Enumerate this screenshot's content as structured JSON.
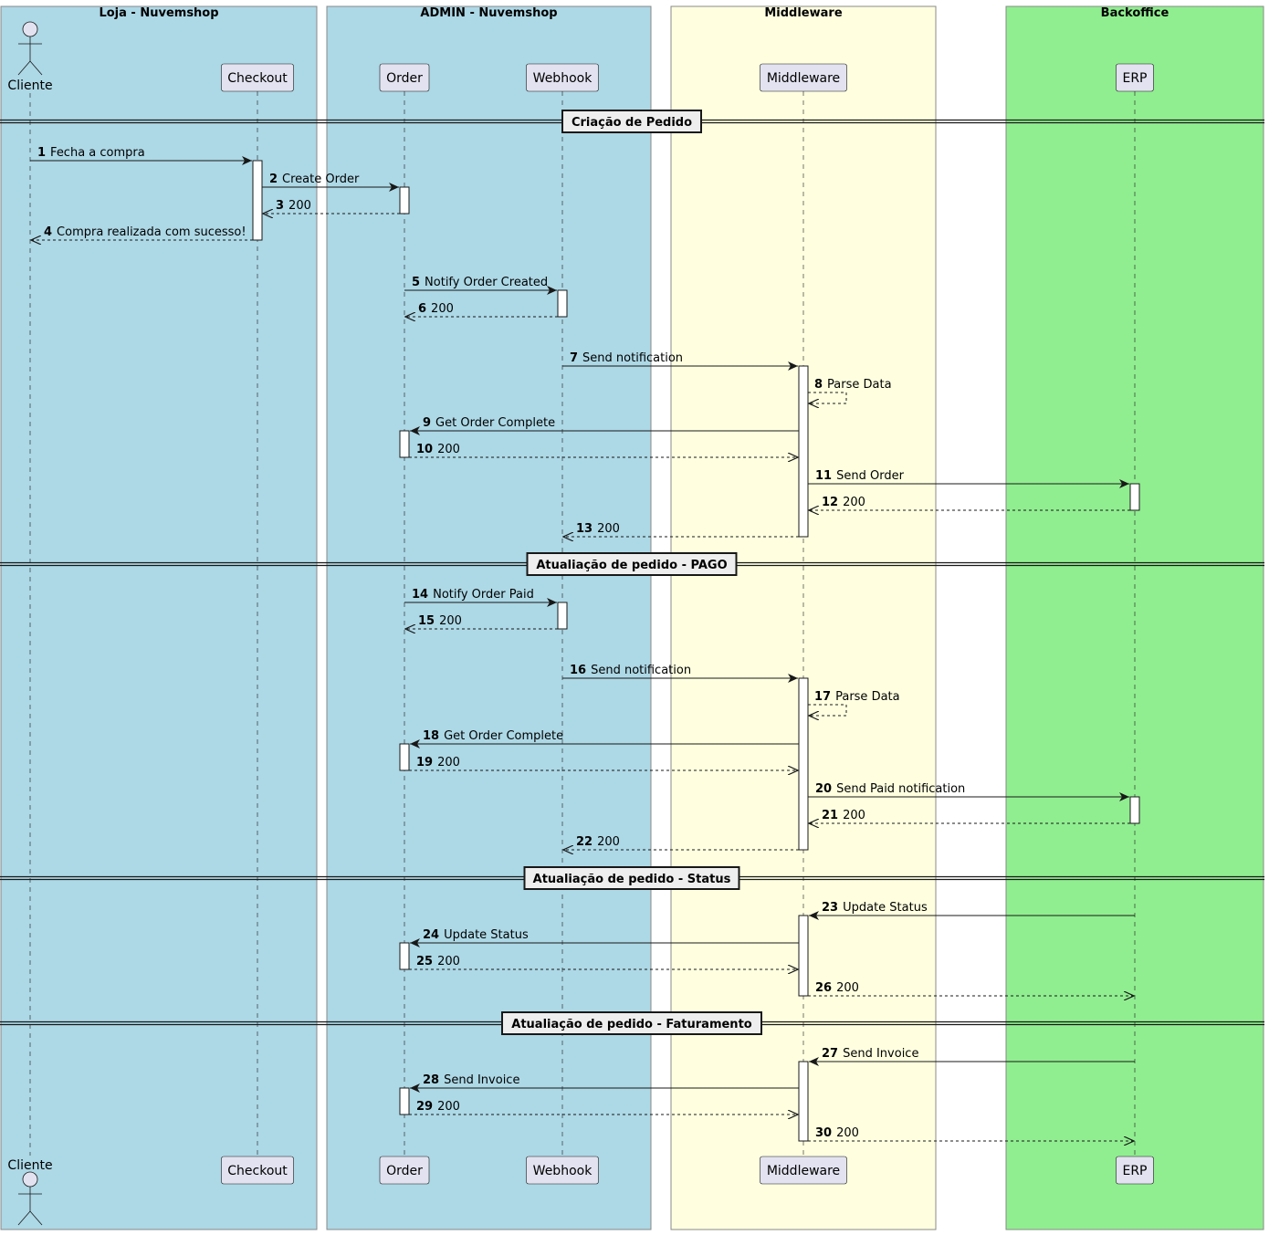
{
  "boxes": [
    {
      "id": "loja",
      "title": "Loja - Nuvemshop",
      "color": "#add8e6"
    },
    {
      "id": "admin",
      "title": "ADMIN - Nuvemshop",
      "color": "#add8e6"
    },
    {
      "id": "middleware",
      "title": "Middleware",
      "color": "#ffffe0"
    },
    {
      "id": "backoffice",
      "title": "Backoffice",
      "color": "#90ee90"
    }
  ],
  "participants": [
    {
      "id": "cliente",
      "label": "Cliente",
      "type": "actor"
    },
    {
      "id": "checkout",
      "label": "Checkout",
      "type": "participant"
    },
    {
      "id": "order",
      "label": "Order",
      "type": "participant"
    },
    {
      "id": "webhook",
      "label": "Webhook",
      "type": "participant"
    },
    {
      "id": "middleware",
      "label": "Middleware",
      "type": "participant"
    },
    {
      "id": "erp",
      "label": "ERP",
      "type": "participant"
    }
  ],
  "dividers": [
    "Criação de Pedido",
    "Atualiação de pedido - PAGO",
    "Atualiação de pedido - Status",
    "Atualiação de pedido - Faturamento"
  ],
  "messages": [
    {
      "num": "1",
      "text": "Fecha a compra",
      "from": "cliente",
      "to": "checkout",
      "kind": "sync"
    },
    {
      "num": "2",
      "text": "Create Order",
      "from": "checkout",
      "to": "order",
      "kind": "sync"
    },
    {
      "num": "3",
      "text": "200",
      "from": "order",
      "to": "checkout",
      "kind": "return"
    },
    {
      "num": "4",
      "text": "Compra realizada com sucesso!",
      "from": "checkout",
      "to": "cliente",
      "kind": "return"
    },
    {
      "num": "5",
      "text": "Notify Order Created",
      "from": "order",
      "to": "webhook",
      "kind": "sync"
    },
    {
      "num": "6",
      "text": "200",
      "from": "webhook",
      "to": "order",
      "kind": "return"
    },
    {
      "num": "7",
      "text": "Send notification",
      "from": "webhook",
      "to": "middleware",
      "kind": "sync"
    },
    {
      "num": "8",
      "text": "Parse Data",
      "from": "middleware",
      "to": "middleware",
      "kind": "self"
    },
    {
      "num": "9",
      "text": "Get Order Complete",
      "from": "middleware",
      "to": "order",
      "kind": "sync"
    },
    {
      "num": "10",
      "text": "200",
      "from": "order",
      "to": "middleware",
      "kind": "return"
    },
    {
      "num": "11",
      "text": "Send Order",
      "from": "middleware",
      "to": "erp",
      "kind": "sync"
    },
    {
      "num": "12",
      "text": "200",
      "from": "erp",
      "to": "middleware",
      "kind": "return"
    },
    {
      "num": "13",
      "text": "200",
      "from": "middleware",
      "to": "webhook",
      "kind": "return"
    },
    {
      "num": "14",
      "text": "Notify Order Paid",
      "from": "order",
      "to": "webhook",
      "kind": "sync"
    },
    {
      "num": "15",
      "text": "200",
      "from": "webhook",
      "to": "order",
      "kind": "return"
    },
    {
      "num": "16",
      "text": "Send notification",
      "from": "webhook",
      "to": "middleware",
      "kind": "sync"
    },
    {
      "num": "17",
      "text": "Parse Data",
      "from": "middleware",
      "to": "middleware",
      "kind": "self"
    },
    {
      "num": "18",
      "text": "Get Order Complete",
      "from": "middleware",
      "to": "order",
      "kind": "sync"
    },
    {
      "num": "19",
      "text": "200",
      "from": "order",
      "to": "middleware",
      "kind": "return"
    },
    {
      "num": "20",
      "text": "Send Paid notification",
      "from": "middleware",
      "to": "erp",
      "kind": "sync"
    },
    {
      "num": "21",
      "text": "200",
      "from": "erp",
      "to": "middleware",
      "kind": "return"
    },
    {
      "num": "22",
      "text": "200",
      "from": "middleware",
      "to": "webhook",
      "kind": "return"
    },
    {
      "num": "23",
      "text": "Update Status",
      "from": "erp",
      "to": "middleware",
      "kind": "sync"
    },
    {
      "num": "24",
      "text": "Update Status",
      "from": "middleware",
      "to": "order",
      "kind": "sync"
    },
    {
      "num": "25",
      "text": "200",
      "from": "order",
      "to": "middleware",
      "kind": "return"
    },
    {
      "num": "26",
      "text": "200",
      "from": "middleware",
      "to": "erp",
      "kind": "return"
    },
    {
      "num": "27",
      "text": "Send Invoice",
      "from": "erp",
      "to": "middleware",
      "kind": "sync"
    },
    {
      "num": "28",
      "text": "Send Invoice",
      "from": "middleware",
      "to": "order",
      "kind": "sync"
    },
    {
      "num": "29",
      "text": "200",
      "from": "order",
      "to": "middleware",
      "kind": "return"
    },
    {
      "num": "30",
      "text": "200",
      "from": "middleware",
      "to": "erp",
      "kind": "return"
    }
  ],
  "colors": {
    "participant_fill": "#e2e2f0",
    "participant_stroke": "#181818",
    "line": "#181818",
    "activation_fill": "#ffffff",
    "divider_fill": "#eeeeee"
  }
}
